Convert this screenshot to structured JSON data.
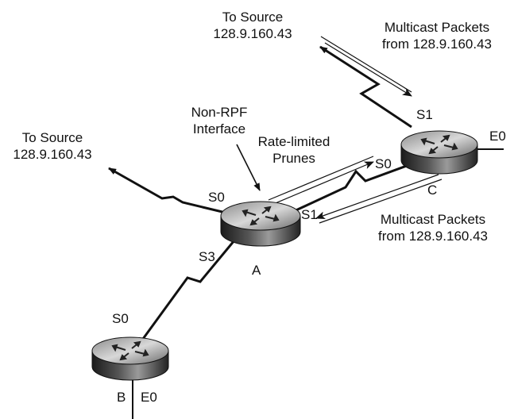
{
  "source_top": {
    "line1": "To Source",
    "line2": "128.9.160.43"
  },
  "source_left": {
    "line1": "To Source",
    "line2": "128.9.160.43"
  },
  "multicast_top": {
    "line1": "Multicast Packets",
    "line2": "from 128.9.160.43"
  },
  "multicast_mid": {
    "line1": "Multicast Packets",
    "line2": "from 128.9.160.43"
  },
  "non_rpf": {
    "line1": "Non-RPF",
    "line2": "Interface"
  },
  "prunes": {
    "line1": "Rate-limited",
    "line2": "Prunes"
  },
  "router_c": {
    "name": "C",
    "s1": "S1",
    "s0": "S0",
    "e0": "E0"
  },
  "router_a": {
    "name": "A",
    "s0": "S0",
    "s1": "S1",
    "s3": "S3"
  },
  "router_b": {
    "name": "B",
    "s0": "S0",
    "e0": "E0"
  }
}
